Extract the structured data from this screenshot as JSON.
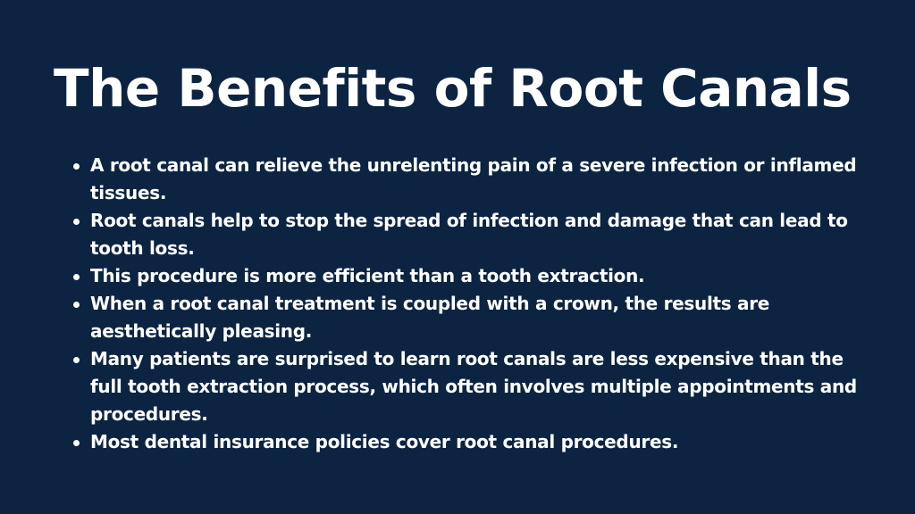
{
  "slide": {
    "title": "The Benefits of Root Canals",
    "bullets": [
      "A root canal can relieve the unrelenting pain of a severe infection or inflamed tissues.",
      "Root canals help to stop the spread of infection and damage that can lead to tooth loss.",
      "This procedure is more efficient than a tooth extraction.",
      "When a root canal treatment is coupled with a crown, the results are aesthetically pleasing.",
      "Many patients are surprised to learn root canals are less expensive than the full tooth extraction process, which often involves multiple appointments and procedures.",
      "Most dental insurance policies cover root canal procedures."
    ]
  },
  "colors": {
    "background": "#0c2442",
    "text": "#ffffff"
  }
}
